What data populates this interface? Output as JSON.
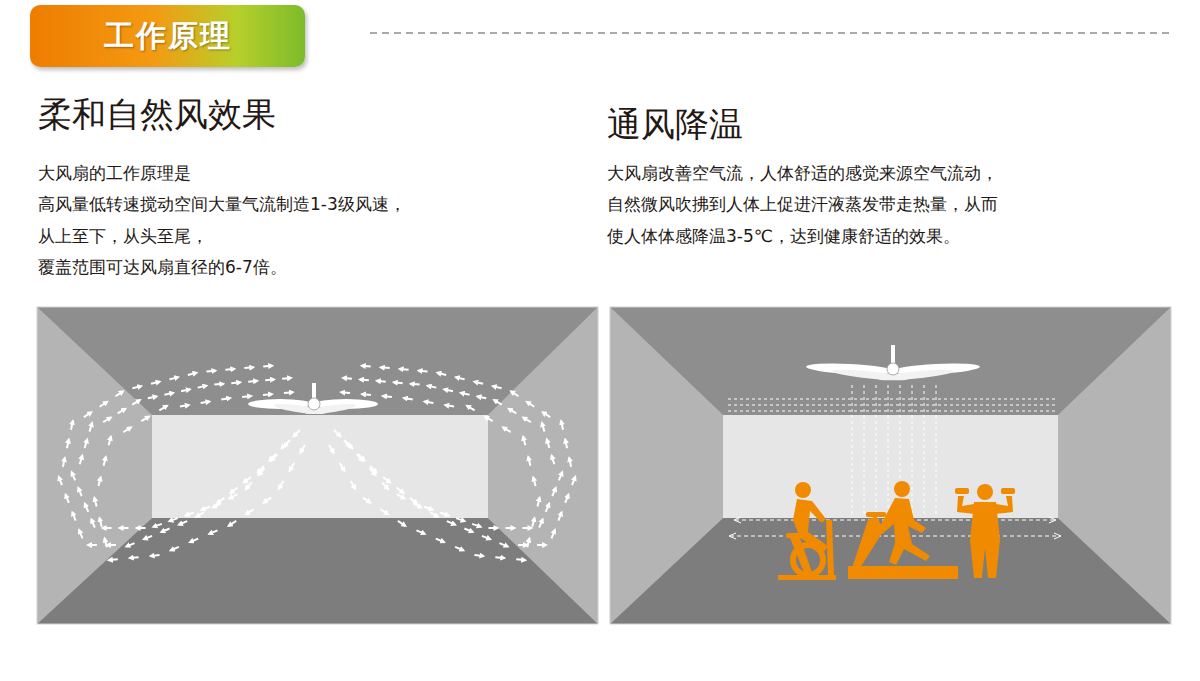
{
  "diagram": {
    "nodes": [
      {
        "text": [
          "工作原理"
        ]
      }
    ],
    "labels": [
      "柔和自然风效果",
      "大风扇的工作原理是",
      "高风量低转速搅动空间大量气流制造1-3级风速，",
      "从上至下，从头至尾，",
      "覆盖范围可达风扇直径的6-7倍。",
      "通风降温",
      "大风扇改善空气流，人体舒适的感觉来源空气流动，",
      "自然微风吹拂到人体上促进汗液蒸发带走热量，从而",
      "使人体体感降温3-5℃，达到健康舒适的效果。"
    ]
  }
}
